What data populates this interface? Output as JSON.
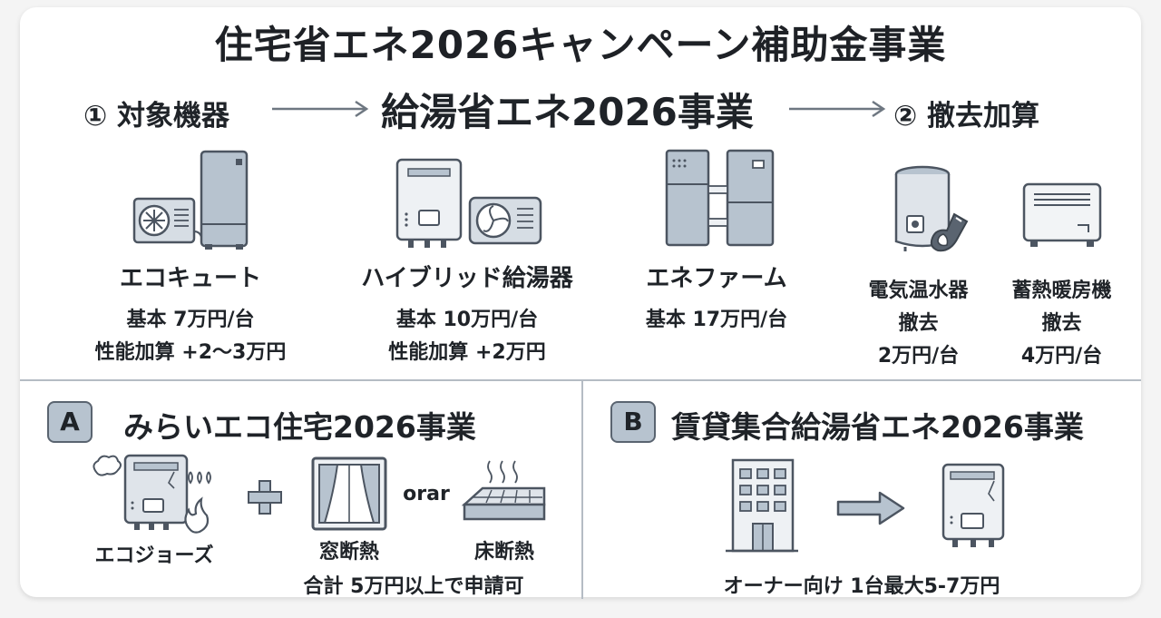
{
  "header": {
    "title": "住宅省エネ2026キャンペーン補助金事業"
  },
  "flow": {
    "left_label": "① 対象機器",
    "center_label": "給湯省エネ2026事業",
    "right_label": "② 撤去加算"
  },
  "devices": [
    {
      "name": "エコキュート",
      "line1": "基本 7万円/台",
      "line2": "性能加算 +2〜3万円"
    },
    {
      "name": "ハイブリッド給湯器",
      "line1": "基本 10万円/台",
      "line2": "性能加算 +2万円"
    },
    {
      "name": "エネファーム",
      "line1": "基本 17万円/台"
    }
  ],
  "removals": [
    {
      "line1": "電気温水器",
      "line2": "撤去",
      "line3": "2万円/台"
    },
    {
      "line1": "蓄熱暖房機",
      "line2": "撤去",
      "line3": "4万円/台"
    }
  ],
  "section_a": {
    "badge": "A",
    "title": "みらいエコ住宅2026事業",
    "boiler_label": "エコジョーズ",
    "or_text": "orar",
    "window_label": "窓断熱",
    "floor_label": "床断熱",
    "total_text": "合計 5万円以上で申請可"
  },
  "section_b": {
    "badge": "B",
    "title": "賃貸集合給湯省エネ2026事業",
    "caption": "オーナー向け 1台最大5-7万円"
  },
  "colors": {
    "icon_fill": "#b7c3cf",
    "icon_stroke": "#4c5561",
    "divider": "#b5bcc4"
  }
}
